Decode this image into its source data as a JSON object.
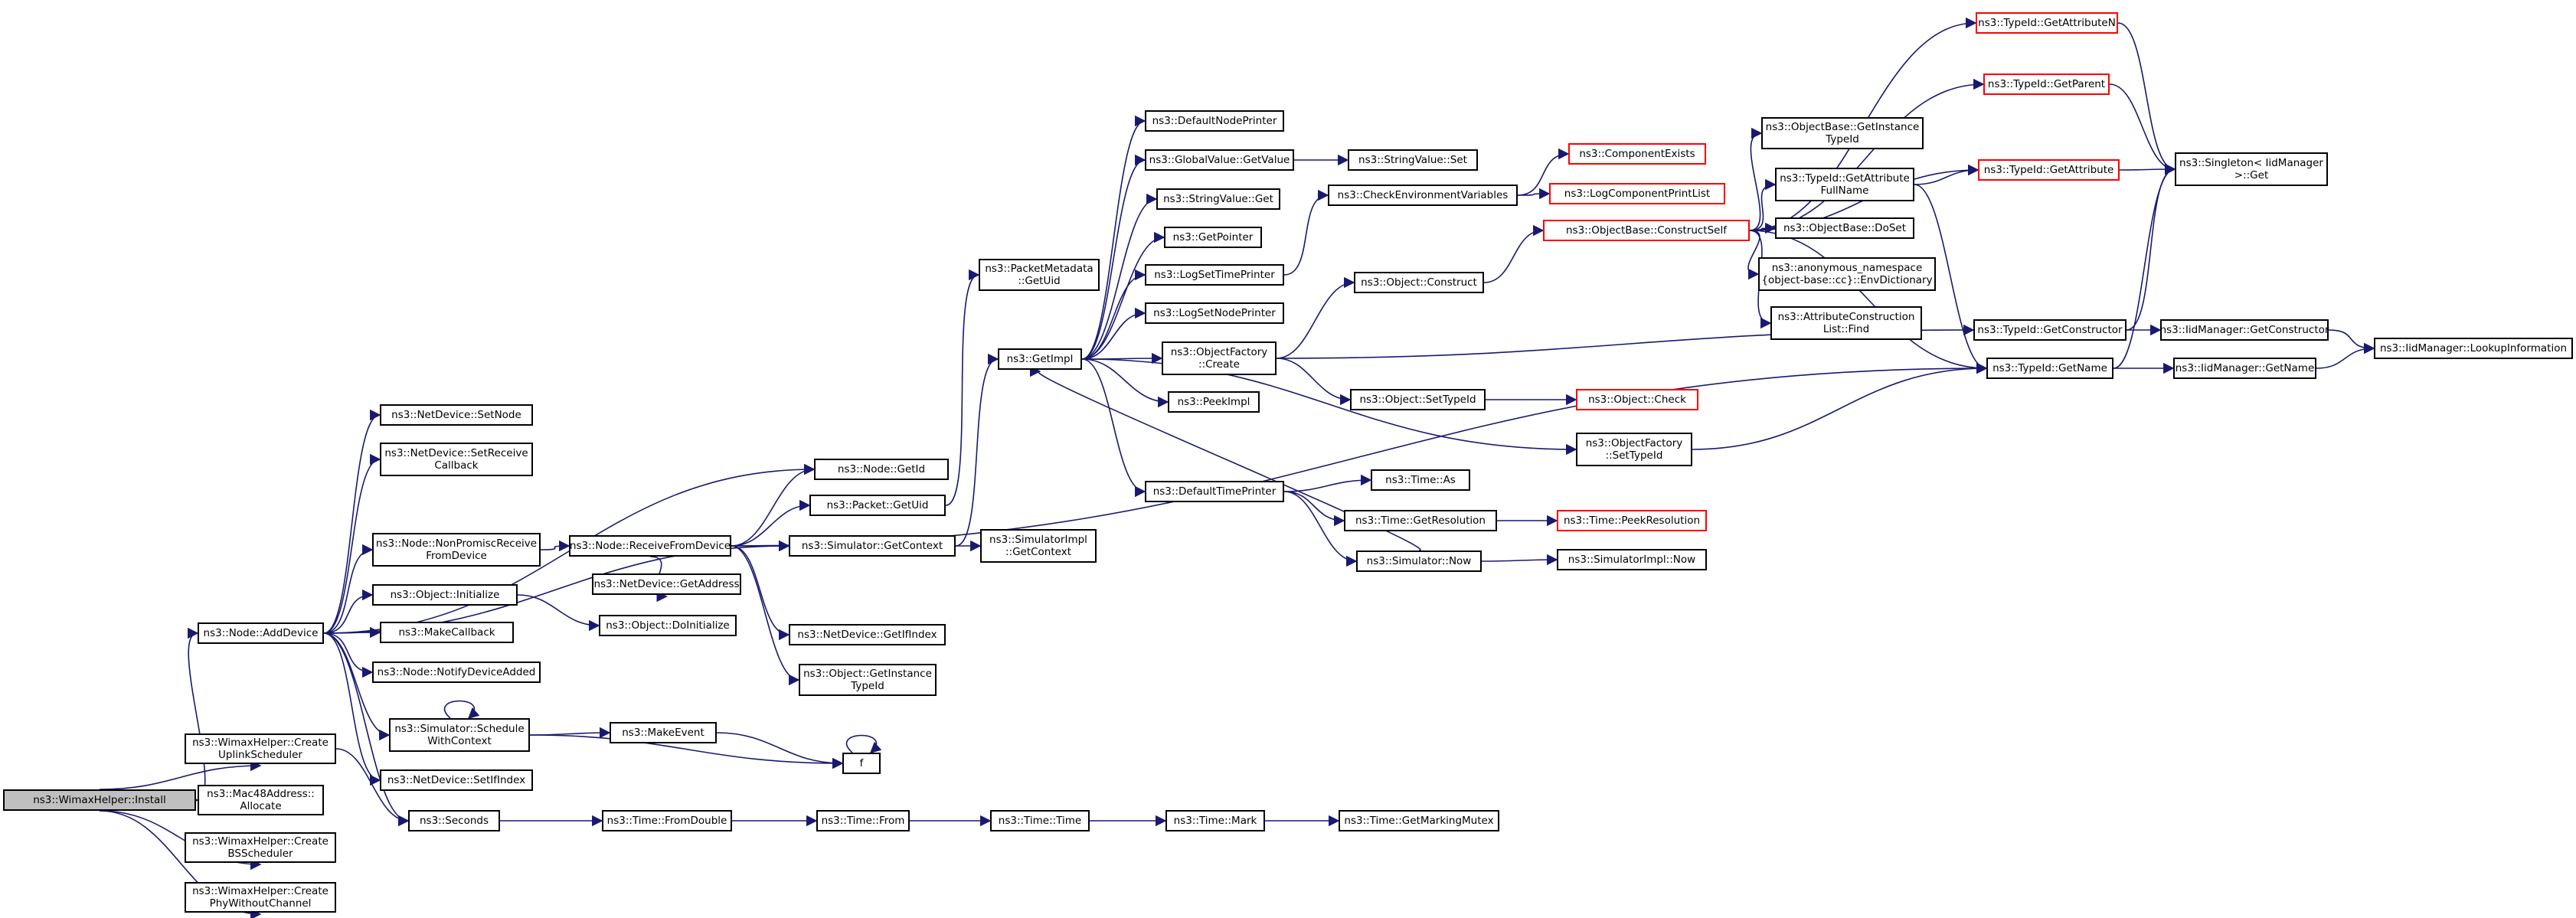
{
  "title": "Call graph of ns3::WimaxHelper::Install",
  "colors": {
    "edge": "#191970",
    "node_border": "#000000",
    "truncated_border": "#ff0000",
    "root_fill": "#bfbfbf",
    "background": "#ffffff"
  },
  "nodes": {
    "install": "ns3::WimaxHelper::Install",
    "add_device": "ns3::Node::AddDevice",
    "create_uplink": "ns3::WimaxHelper::Create\nUplinkScheduler",
    "mac48_allocate": "ns3::Mac48Address::\nAllocate",
    "create_bs": "ns3::WimaxHelper::Create\nBSScheduler",
    "create_phy": "ns3::WimaxHelper::Create\nPhyWithoutChannel",
    "nd_setnode": "ns3::NetDevice::SetNode",
    "nd_setreceive": "ns3::NetDevice::SetReceive\nCallback",
    "nonpromisc": "ns3::Node::NonPromiscReceive\nFromDevice",
    "obj_initialize": "ns3::Object::Initialize",
    "makecallback": "ns3::MakeCallback",
    "notify_added": "ns3::Node::NotifyDeviceAdded",
    "schedule_ctx": "ns3::Simulator::Schedule\nWithContext",
    "nd_setifindex": "ns3::NetDevice::SetIfIndex",
    "seconds": "ns3::Seconds",
    "receive_from": "ns3::Node::ReceiveFromDevice",
    "nd_getaddress": "ns3::NetDevice::GetAddress",
    "obj_doinit": "ns3::Object::DoInitialize",
    "makeevent": "ns3::MakeEvent",
    "f": "f",
    "time_fromdouble": "ns3::Time::FromDouble",
    "time_from": "ns3::Time::From",
    "time_time": "ns3::Time::Time",
    "time_mark": "ns3::Time::Mark",
    "time_getmarkingmutex": "ns3::Time::GetMarkingMutex",
    "node_getid": "ns3::Node::GetId",
    "packet_getuid": "ns3::Packet::GetUid",
    "sim_getcontext": "ns3::Simulator::GetContext",
    "nd_getifindex": "ns3::NetDevice::GetIfIndex",
    "obj_getinstance": "ns3::Object::GetInstance\nTypeId",
    "pm_getuid": "ns3::PacketMetadata\n::GetUid",
    "simimpl_getcontext": "ns3::SimulatorImpl\n::GetContext",
    "getimpl": "ns3::GetImpl",
    "defaultnodeprinter": "ns3::DefaultNodePrinter",
    "gv_getvalue": "ns3::GlobalValue::GetValue",
    "sv_get": "ns3::StringValue::Get",
    "getpointer": "ns3::GetPointer",
    "logsettimeprinter": "ns3::LogSetTimePrinter",
    "logsetnodeprinter": "ns3::LogSetNodePrinter",
    "objfactory_create": "ns3::ObjectFactory\n::Create",
    "peekimpl": "ns3::PeekImpl",
    "defaulttimeprinter": "ns3::DefaultTimePrinter",
    "sv_set": "ns3::StringValue::Set",
    "checkenv": "ns3::CheckEnvironmentVariables",
    "obj_construct": "ns3::Object::Construct",
    "obj_settypeid": "ns3::Object::SetTypeId",
    "objfactory_settypeid": "ns3::ObjectFactory\n::SetTypeId",
    "time_as": "ns3::Time::As",
    "time_getres": "ns3::Time::GetResolution",
    "sim_now": "ns3::Simulator::Now",
    "componentexists": "ns3::ComponentExists",
    "logcomponentprintlist": "ns3::LogComponentPrintList",
    "constructself": "ns3::ObjectBase::ConstructSelf",
    "obj_check": "ns3::Object::Check",
    "time_peekres": "ns3::Time::PeekResolution",
    "simimpl_now": "ns3::SimulatorImpl::Now",
    "typeid_getattrn": "ns3::TypeId::GetAttributeN",
    "typeid_getparent": "ns3::TypeId::GetParent",
    "ob_getinstance": "ns3::ObjectBase::GetInstance\nTypeId",
    "typeid_getattrfull": "ns3::TypeId::GetAttribute\nFullName",
    "ob_doset": "ns3::ObjectBase::DoSet",
    "envdictionary": "ns3::anonymous_namespace\n{object-base::cc}::EnvDictionary",
    "attrconstructionfind": "ns3::AttributeConstruction\nList::Find",
    "typeid_getattr": "ns3::TypeId::GetAttribute",
    "typeid_getconstructor": "ns3::TypeId::GetConstructor",
    "typeid_getname": "ns3::TypeId::GetName",
    "singleton_get": "ns3::Singleton< IidManager\n >::Get",
    "iid_getconstructor": "ns3::IidManager::GetConstructor",
    "iid_getname": "ns3::IidManager::GetName",
    "iid_lookupinfo": "ns3::IidManager::LookupInformation"
  },
  "truncated_nodes": [
    "componentexists",
    "logcomponentprintlist",
    "constructself",
    "obj_check",
    "time_peekres",
    "typeid_getattrn",
    "typeid_getparent",
    "typeid_getattr"
  ],
  "edges": [
    [
      "install",
      "add_device"
    ],
    [
      "install",
      "create_uplink"
    ],
    [
      "install",
      "mac48_allocate"
    ],
    [
      "install",
      "create_bs"
    ],
    [
      "install",
      "create_phy"
    ],
    [
      "add_device",
      "nd_setnode"
    ],
    [
      "add_device",
      "nd_setreceive"
    ],
    [
      "add_device",
      "node_getid"
    ],
    [
      "add_device",
      "nonpromisc"
    ],
    [
      "add_device",
      "obj_initialize"
    ],
    [
      "add_device",
      "makecallback"
    ],
    [
      "add_device",
      "notify_added"
    ],
    [
      "add_device",
      "schedule_ctx"
    ],
    [
      "add_device",
      "nd_setifindex"
    ],
    [
      "add_device",
      "seconds"
    ],
    [
      "add_device",
      "sim_getcontext"
    ],
    [
      "create_uplink",
      "seconds"
    ],
    [
      "nonpromisc",
      "receive_from"
    ],
    [
      "receive_from",
      "node_getid"
    ],
    [
      "receive_from",
      "packet_getuid"
    ],
    [
      "receive_from",
      "sim_getcontext"
    ],
    [
      "receive_from",
      "nd_getaddress"
    ],
    [
      "receive_from",
      "nd_getifindex"
    ],
    [
      "receive_from",
      "obj_getinstance"
    ],
    [
      "receive_from",
      "typeid_getname"
    ],
    [
      "obj_initialize",
      "obj_doinit"
    ],
    [
      "schedule_ctx",
      "schedule_ctx"
    ],
    [
      "schedule_ctx",
      "makeevent"
    ],
    [
      "schedule_ctx",
      "f"
    ],
    [
      "makeevent",
      "f"
    ],
    [
      "f",
      "f"
    ],
    [
      "seconds",
      "time_fromdouble"
    ],
    [
      "time_fromdouble",
      "time_from"
    ],
    [
      "time_from",
      "time_time"
    ],
    [
      "time_time",
      "time_mark"
    ],
    [
      "time_mark",
      "time_getmarkingmutex"
    ],
    [
      "packet_getuid",
      "pm_getuid"
    ],
    [
      "sim_getcontext",
      "getimpl"
    ],
    [
      "sim_getcontext",
      "simimpl_getcontext"
    ],
    [
      "getimpl",
      "defaultnodeprinter"
    ],
    [
      "getimpl",
      "gv_getvalue"
    ],
    [
      "getimpl",
      "sv_get"
    ],
    [
      "getimpl",
      "getpointer"
    ],
    [
      "getimpl",
      "logsettimeprinter"
    ],
    [
      "getimpl",
      "logsetnodeprinter"
    ],
    [
      "getimpl",
      "objfactory_create"
    ],
    [
      "getimpl",
      "peekimpl"
    ],
    [
      "getimpl",
      "defaulttimeprinter"
    ],
    [
      "getimpl",
      "objfactory_settypeid"
    ],
    [
      "gv_getvalue",
      "sv_set"
    ],
    [
      "logsettimeprinter",
      "checkenv"
    ],
    [
      "checkenv",
      "componentexists"
    ],
    [
      "checkenv",
      "logcomponentprintlist"
    ],
    [
      "objfactory_create",
      "obj_construct"
    ],
    [
      "objfactory_create",
      "obj_settypeid"
    ],
    [
      "objfactory_create",
      "typeid_getconstructor"
    ],
    [
      "obj_construct",
      "constructself"
    ],
    [
      "obj_settypeid",
      "obj_check"
    ],
    [
      "objfactory_settypeid",
      "typeid_getname"
    ],
    [
      "defaulttimeprinter",
      "time_as"
    ],
    [
      "defaulttimeprinter",
      "time_getres"
    ],
    [
      "defaulttimeprinter",
      "sim_now"
    ],
    [
      "time_getres",
      "time_peekres"
    ],
    [
      "sim_now",
      "simimpl_now"
    ],
    [
      "sim_now",
      "getimpl"
    ],
    [
      "constructself",
      "typeid_getattrn"
    ],
    [
      "constructself",
      "typeid_getparent"
    ],
    [
      "constructself",
      "ob_getinstance"
    ],
    [
      "constructself",
      "typeid_getattrfull"
    ],
    [
      "constructself",
      "ob_doset"
    ],
    [
      "constructself",
      "envdictionary"
    ],
    [
      "constructself",
      "attrconstructionfind"
    ],
    [
      "constructself",
      "typeid_getattr"
    ],
    [
      "constructself",
      "typeid_getname"
    ],
    [
      "typeid_getattrn",
      "singleton_get"
    ],
    [
      "typeid_getparent",
      "singleton_get"
    ],
    [
      "typeid_getattr",
      "singleton_get"
    ],
    [
      "typeid_getattrfull",
      "typeid_getattr"
    ],
    [
      "typeid_getattrfull",
      "typeid_getname"
    ],
    [
      "typeid_getconstructor",
      "iid_getconstructor"
    ],
    [
      "typeid_getconstructor",
      "singleton_get"
    ],
    [
      "typeid_getname",
      "iid_getname"
    ],
    [
      "typeid_getname",
      "singleton_get"
    ],
    [
      "iid_getconstructor",
      "iid_lookupinfo"
    ],
    [
      "iid_getname",
      "iid_lookupinfo"
    ]
  ]
}
